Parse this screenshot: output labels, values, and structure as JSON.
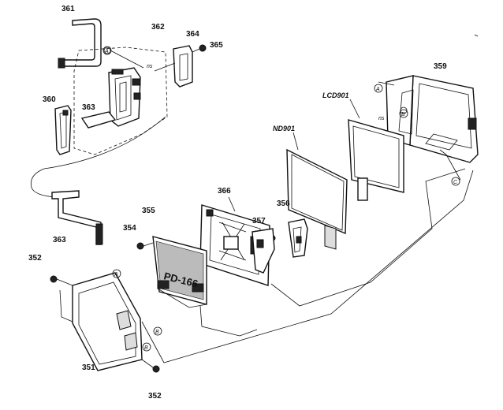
{
  "labels": {
    "p361": "361",
    "p362": "362",
    "p364": "364",
    "p365": "365",
    "p360": "360",
    "p363a": "363",
    "p359": "359",
    "lcd901": "LCD901",
    "nd901": "ND901",
    "p366": "366",
    "p356": "356",
    "p357": "357",
    "p355": "355",
    "p354": "354",
    "p363b": "363",
    "p352a": "352",
    "p351": "351",
    "p352b": "352",
    "board": "PD-166"
  },
  "refs": {
    "a1": "A",
    "b1": "B",
    "a2": "A",
    "b2": "B",
    "c1": "C",
    "a3": "A",
    "b3": "B"
  },
  "notes": {
    "ns1": "ns",
    "ns2": "ns"
  }
}
